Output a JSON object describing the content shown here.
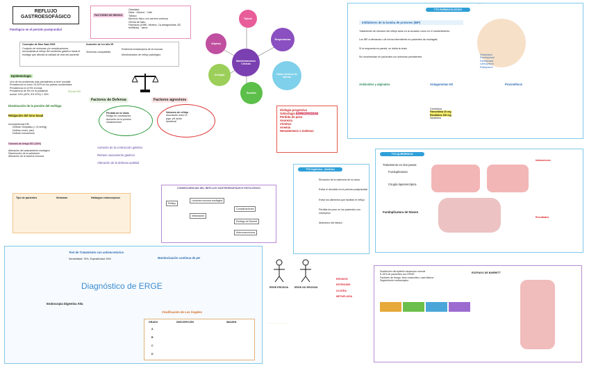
{
  "title": {
    "line1": "REFLUJO",
    "line2": "GASTROESOFÁGICO",
    "subtitle": "Patológico en el período postprandial"
  },
  "risk": {
    "header": "FACTORES DE RIESGO",
    "items": [
      "Obesidad",
      "Dieta · Alcohol · Café",
      "Tabaco",
      "Ejercicio físico con carrera continua",
      "Hernia de hiato",
      "Fármacos (AINE, nitratos, Ca-antagonistas, BZ,",
      "teofilinas) · asma"
    ]
  },
  "concepts": {
    "a": "Concepto de Mon Saal 2006",
    "b": "Aumento de 1er año IR",
    "body": "Conjunto de síntomas y/o complicaciones secundarias al reflujo del contenido gástrico hacia el esófago que afectan la calidad de vida del paciente",
    "sym1": "Síntomas compatibles",
    "sym2": "Evidencia endoscópica de la mucosa",
    "sym3": "Monitorización de reflujo patológico"
  },
  "epi": {
    "title": "Epidemiología",
    "items": [
      "Uno de los problemas más prevalentes a nivel mundial",
      "Prevalencia en torno 15-20% en los países occidentales",
      "Prevalencia en el 5% en Asia",
      "Prevalencia de 5% en la población",
      "actual: 10% (40%; 5% 20%) 1 40%"
    ]
  },
  "balance": {
    "left": "Factores de Defensa",
    "right": "Factores agresivos",
    "lead": "Rol del EEI"
  },
  "defense": {
    "items": [
      "Disminución de la presión del esófago",
      "Relajación del tono basal",
      "Incompetencia EEI",
      "Defecto Simpático (< 8 mmHg)",
      "Defecto motor (del)",
      "Defecto mecanismo"
    ],
    "note1": "Factores de riesgo EEI (40%)",
    "note2": "Alteración del aclaramiento esofágico",
    "note3": "Disminución de la salivación",
    "note4": "Alteración de la barrera mucosa"
  },
  "aggr": {
    "box1": [
      "Pérdida de la Valva",
      "Relaja en condiciones",
      "Aumento de la presión",
      "intrabdominal"
    ],
    "box2": [
      "Volumen de reflujo",
      "Asociación entre el",
      "jugo: pH ácido",
      "duodenal"
    ],
    "items": [
      "Aumento de la contracción gástrica",
      "Retraso vaciamiento gástrico",
      "Alteración de la defensa epitelial"
    ]
  },
  "circles": {
    "center": "Manifestaciones Clínicas",
    "top": "Típicas",
    "left": "Atípicas",
    "bottom": "Urología",
    "right1": "Respiratorias",
    "right2": "Bucales",
    "alarm": "Datos clínicos de alarma"
  },
  "alarm": {
    "title": "Síntomas de alarma",
    "items": [
      "Disfagia progresiva",
      "Odinofagia",
      "Pérdida de peso",
      "Anorexia",
      "Vómitos",
      "Anemia",
      "Hematemesis o melenas"
    ],
    "tag": "ESPECIFICIDAD"
  },
  "cons": {
    "title": "CONSECUENCIAS DEL REFLUJO GASTROESOFÁGICO PATOLÓGICO",
    "items": [
      "Reflujo",
      "Lesiones mucosa esofágica",
      "Inflamación",
      "Complicaciones",
      "Esófago de Barrett",
      "Adenocarcinoma"
    ]
  },
  "ttoFarm": {
    "title": "TTO FARMACOLÓGICO",
    "ibp": "Inhibidores de la bomba de protones (IBP)",
    "ibpItems": [
      "Tratamiento de elección del reflujo tanto en la curación como en el mantenimiento",
      "Los IBP a demanda o de forma intermitente en pacientes sin esofagitis",
      "Si la respuesta es parcial, se dobla la dosis",
      "Se recomiendan en pacientes con síntomas persistentes"
    ],
    "ant": "Antiácidos y alginatos",
    "h2": "Antagonistas H2",
    "prok": "Procinéticos",
    "h2Items": [
      "Cimetidina",
      "Famotidina 20 mg",
      "Ranitidina 150 mg",
      "Nizatidina"
    ],
    "drugs": [
      "Omeprazol",
      "Esomeprazol",
      "Pantoprazol",
      "Lansoprazol",
      "Rabeprazol"
    ]
  },
  "ttoHig": {
    "title": "TTO higiénico - dietético",
    "items": [
      "Elevación de la cabecera de la cama",
      "Evitar el decúbito en el periodo postprandial",
      "Evitar los alimentos que facilitan el reflujo",
      "Pérdida de peso en los pacientes con sobrepeso",
      "Abandono del tabaco"
    ]
  },
  "ttoQx": {
    "title": "TTO QUIRÚRGICO",
    "q1": "Tratamiento en dos pasos:",
    "q2": "Funduplicatura",
    "q3": "Cirugía laparoscópica",
    "q4": "Fundoplicatura de Nissen",
    "indic": "Indicaciones",
    "result": "Resultados"
  },
  "dx": {
    "title": "Monitorización continua de pH",
    "t1": "Test de Tratamiento con antisecretorios",
    "sens": "Sensibilidad: 78%, Especificidad: 54%",
    "endo": "Endoscopia Digestiva Alta",
    "class": "Clasificación de Los Ángeles",
    "diag": "Diagnóstico de ERGE",
    "cols": [
      "GRADO",
      "DESCRIPCIÓN",
      "IMAGEN"
    ],
    "grades": [
      "A",
      "B",
      "C",
      "D"
    ]
  },
  "barrett": {
    "title": "ESÓFAGO DE BARRETT",
    "items": [
      "Sustitución del epitelio escamoso normal",
      "5-15% de pacientes con ERGE",
      "Factores de riesgo: sexo masculino, raza blanca",
      "Seguimiento endoscópico"
    ],
    "labels": [
      "EROSIÓN",
      "ESTENOSIS",
      "ÚLCERA",
      "METAPLASIA"
    ]
  },
  "stick": {
    "a": "ERGE EROSIVA",
    "b": "ERGE NO EROSIVA"
  }
}
